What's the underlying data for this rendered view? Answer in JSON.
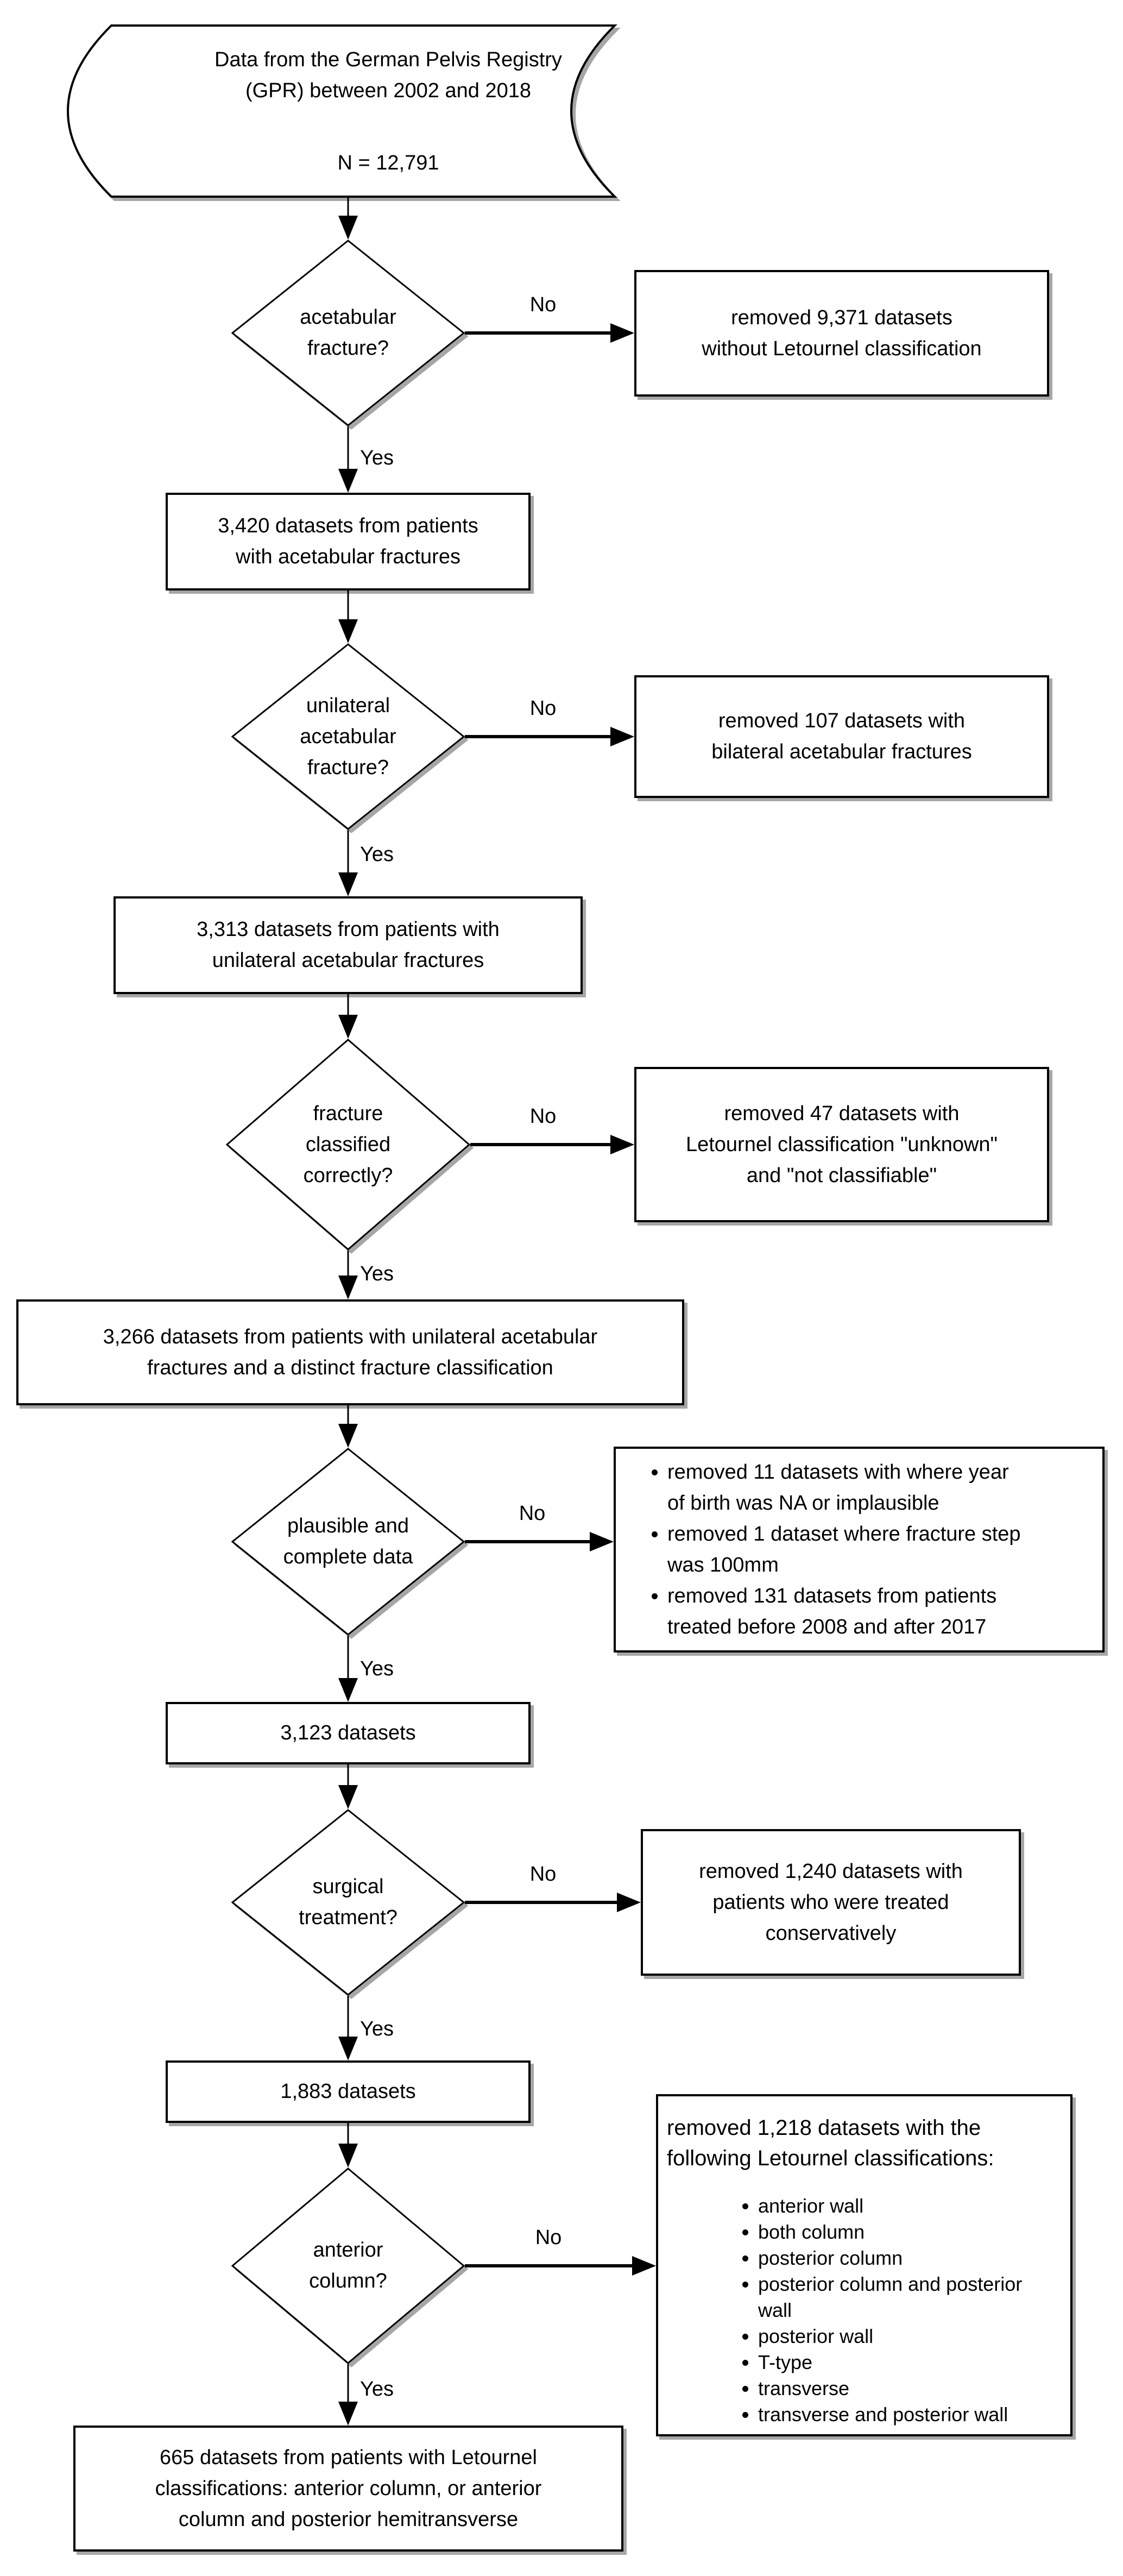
{
  "diagram": {
    "source": {
      "lines": [
        "Data from the German Pelvis Registry",
        "(GPR) between 2002 and 2018"
      ],
      "n": "N = 12,791"
    },
    "labels": {
      "yes": "Yes",
      "no": "No"
    },
    "decisions": {
      "acetabular": {
        "lines": [
          "acetabular",
          "fracture?"
        ]
      },
      "unilateral": {
        "lines": [
          "unilateral",
          "acetabular",
          "fracture?"
        ]
      },
      "classified": {
        "lines": [
          "fracture",
          "classified",
          "correctly?"
        ]
      },
      "plausible": {
        "lines": [
          "plausible and",
          "complete data"
        ]
      },
      "surgical": {
        "lines": [
          "surgical",
          "treatment?"
        ]
      },
      "anterior": {
        "lines": [
          "anterior",
          "column?"
        ]
      }
    },
    "process": {
      "p1": {
        "lines": [
          "3,420 datasets from patients",
          "with acetabular fractures"
        ]
      },
      "p2": {
        "lines": [
          "3,313 datasets from patients with",
          "unilateral acetabular fractures"
        ]
      },
      "p3": {
        "lines": [
          "3,266 datasets from patients with unilateral acetabular",
          "fractures and a distinct fracture classification"
        ]
      },
      "p4": {
        "lines": [
          "3,123 datasets"
        ]
      },
      "p5": {
        "lines": [
          "1,883 datasets"
        ]
      },
      "final": {
        "lines": [
          "665 datasets from patients with Letournel",
          "classifications: anterior column, or anterior",
          "column and posterior hemitransverse"
        ]
      }
    },
    "removed": {
      "r1": {
        "lines": [
          "removed 9,371 datasets",
          "without Letournel classification"
        ]
      },
      "r2": {
        "lines": [
          "removed 107 datasets with",
          "bilateral acetabular fractures"
        ]
      },
      "r3": {
        "lines": [
          "removed 47 datasets with",
          "Letournel classification \"unknown\"",
          "and \"not classifiable\""
        ]
      },
      "r4": {
        "bullets": [
          "removed 11 datasets with where year of birth was NA or implausible",
          "removed 1 dataset where fracture step was 100mm",
          "removed 131 datasets from patients treated before 2008 and after 2017"
        ]
      },
      "r5": {
        "lines": [
          "removed 1,240 datasets with",
          "patients who were treated",
          "conservatively"
        ]
      },
      "r6": {
        "header": [
          "removed 1,218 datasets with the",
          "following Letournel classifications:"
        ],
        "bullets": [
          "anterior wall",
          "both column",
          "posterior column",
          "posterior column and posterior wall",
          "posterior wall",
          "T-type",
          "transverse",
          "transverse and posterior wall"
        ]
      }
    }
  }
}
